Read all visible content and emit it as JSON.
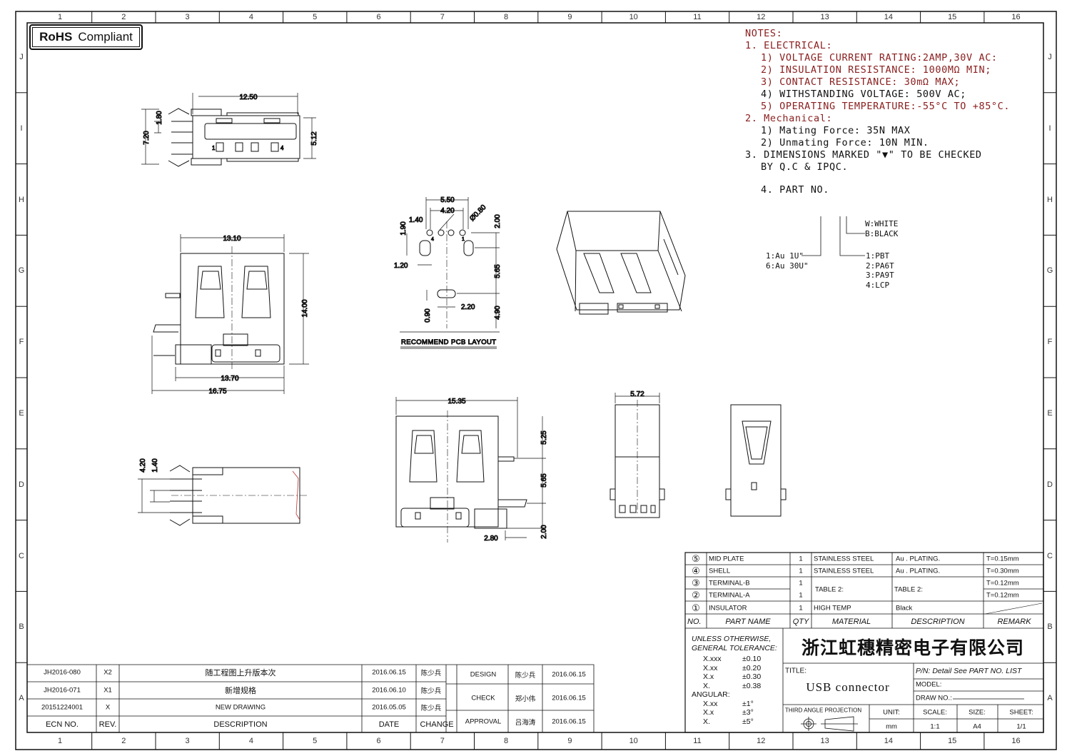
{
  "rohs": {
    "bold": "RoHS",
    "text": "Compliant"
  },
  "zones": {
    "columns": [
      "1",
      "2",
      "3",
      "4",
      "5",
      "6",
      "7",
      "8",
      "9",
      "10",
      "11",
      "12",
      "13",
      "14",
      "15",
      "16"
    ],
    "rows": [
      "J",
      "I",
      "H",
      "G",
      "F",
      "E",
      "D",
      "C",
      "B",
      "A"
    ]
  },
  "notes": {
    "heading": "NOTES:",
    "electrical": "1. ELECTRICAL:",
    "e1": "1) VOLTAGE CURRENT RATING:2AMP,30V AC:",
    "e2": "2) INSULATION RESISTANCE: 1000MΩ MIN;",
    "e3": "3) CONTACT RESISTANCE: 30mΩ MAX;",
    "e4": "4) WITHSTANDING VOLTAGE: 500V AC;",
    "e5": "5) OPERATING TEMPERATURE:-55°C TO +85°C.",
    "mechanical": "2. Mechanical:",
    "m1": "1) Mating Force: 35N  MAX",
    "m2": "2) Unmating Force: 10N  MIN.",
    "n3a": "3. DIMENSIONS MARKED \"▼\" TO BE CHECKED",
    "n3b": "BY Q.C & IPQC.",
    "n4": "4. PART NO."
  },
  "part_no_legend": {
    "color_options": [
      "W:WHITE",
      "B:BLACK"
    ],
    "plating_options": [
      "1:Au 1U\"",
      "6:Au 30U\""
    ],
    "material_options": [
      "1:PBT",
      "2:PA6T",
      "3:PA9T",
      "4:LCP"
    ]
  },
  "dimensions": {
    "top_view": {
      "width": "12.50",
      "height": "7.20",
      "pitch": "1.80",
      "opening": "5.12",
      "pin1": "1",
      "pin4": "4"
    },
    "side_view": {
      "top": "13.10",
      "height": "14.00",
      "base": "13.70",
      "overall": "16.75"
    },
    "pcb_layout": {
      "w1": "5.50",
      "w2": "4.20",
      "w3": "1.40",
      "hole": "Ø0.80",
      "v1": "1.90",
      "v2": "2.00",
      "v3": "5.65",
      "v4": "4.90",
      "slot_w": "1.20",
      "slot_h": "0.90",
      "slot_l": "2.20",
      "pin4": "4",
      "pin1": "1",
      "label": "RECOMMEND PCB LAYOUT"
    },
    "front_view": {
      "width": "15.35",
      "v1": "5.25",
      "v2": "5.65",
      "v3": "2.00",
      "h1": "2.80"
    },
    "bottom_view": {
      "v1": "4.20",
      "v2": "1.40"
    },
    "end_view": {
      "width": "5.72"
    }
  },
  "bom": {
    "headers": {
      "no": "NO.",
      "part_name": "PART NAME",
      "qty": "QTY",
      "material": "MATERIAL",
      "description": "DESCRIPTION",
      "remark": "REMARK"
    },
    "rows": [
      {
        "no": "⑤",
        "part_name": "MID PLATE",
        "qty": "1",
        "material": "STAINLESS STEEL",
        "description": "Au . PLATING.",
        "remark": "T=0.15mm"
      },
      {
        "no": "④",
        "part_name": "SHELL",
        "qty": "1",
        "material": "STAINLESS STEEL",
        "description": "Au . PLATING.",
        "remark": "T=0.30mm"
      },
      {
        "no": "③",
        "part_name": "TERMINAL-B",
        "qty": "1",
        "material": "TABLE 2:",
        "description": "TABLE 2:",
        "remark": "T=0.12mm"
      },
      {
        "no": "②",
        "part_name": "TERMINAL-A",
        "qty": "1",
        "material": "",
        "description": "",
        "remark": "T=0.12mm"
      },
      {
        "no": "①",
        "part_name": "INSULATOR",
        "qty": "1",
        "material": "HIGH TEMP",
        "description": "Black",
        "remark": ""
      }
    ]
  },
  "tolerance": {
    "heading1": "UNLESS OTHERWISE,",
    "heading2": "GENERAL TOLERANCE:",
    "linear": [
      [
        "X.xxx",
        "±0.10"
      ],
      [
        "X.xx",
        "±0.20"
      ],
      [
        "X.x",
        "±0.30"
      ],
      [
        "X.",
        "±0.38"
      ]
    ],
    "angular_label": "ANGULAR:",
    "angular": [
      [
        "X.xx",
        "±1°"
      ],
      [
        "X.x",
        "±3°"
      ],
      [
        "X.",
        "±5°"
      ]
    ]
  },
  "title_block": {
    "company": "浙江虹穗精密电子有限公司",
    "title_label": "TITLE:",
    "title": "USB connector",
    "pn": "P/N: Detail See PART NO. LIST",
    "model": "MODEL:",
    "draw_no": "DRAW NO.:",
    "projection": "THIRD ANGLE PROJECTION",
    "unit_label": "UNIT:",
    "unit": "mm",
    "scale_label": "SCALE:",
    "scale": "1:1",
    "size_label": "SIZE:",
    "size": "A4",
    "sheet_label": "SHEET:",
    "sheet": "1/1"
  },
  "revisions": {
    "headers": {
      "ecn": "ECN NO.",
      "rev": "REV.",
      "description": "DESCRIPTION",
      "date": "DATE",
      "change": "CHANGE"
    },
    "rows": [
      {
        "ecn": "JH2016-080",
        "rev": "X2",
        "description": "随工程图上升版本次",
        "date": "2016.06.15",
        "change": "陈少兵"
      },
      {
        "ecn": "JH2016-071",
        "rev": "X1",
        "description": "新增规格",
        "date": "2016.06.10",
        "change": "陈少兵"
      },
      {
        "ecn": "20151224001",
        "rev": "X",
        "description": "NEW DRAWING",
        "date": "2016.05.05",
        "change": "陈少兵"
      }
    ]
  },
  "approvals": [
    {
      "role": "DESIGN",
      "name": "陈少兵",
      "date": "2016.06.15"
    },
    {
      "role": "CHECK",
      "name": "郑小伟",
      "date": "2016.06.15"
    },
    {
      "role": "APPROVAL",
      "name": "吕海涛",
      "date": "2016.06.15"
    }
  ]
}
